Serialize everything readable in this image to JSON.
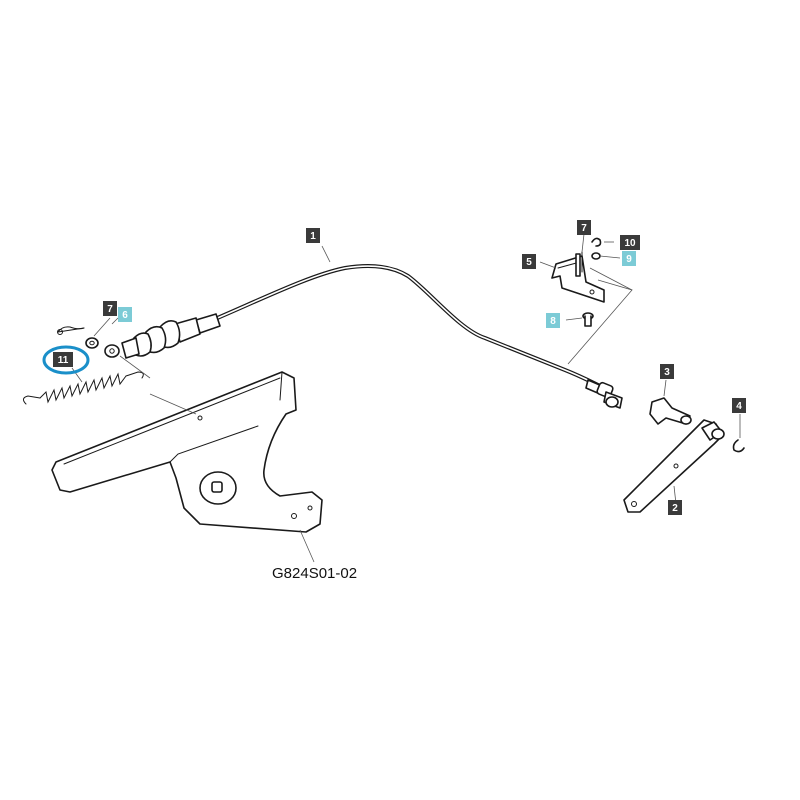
{
  "diagram": {
    "reference_code": "G824S01-02",
    "highlight_color": "#1a8fc9",
    "callout_color": "#3a3a3a",
    "callout_alt_color": "#7ccbd6",
    "callouts": {
      "c1": "1",
      "c2": "2",
      "c3": "3",
      "c4": "4",
      "c5": "5",
      "c6": "6",
      "c7a": "7",
      "c7b": "7",
      "c8": "8",
      "c9": "9",
      "c10": "10",
      "c11": "11"
    }
  }
}
